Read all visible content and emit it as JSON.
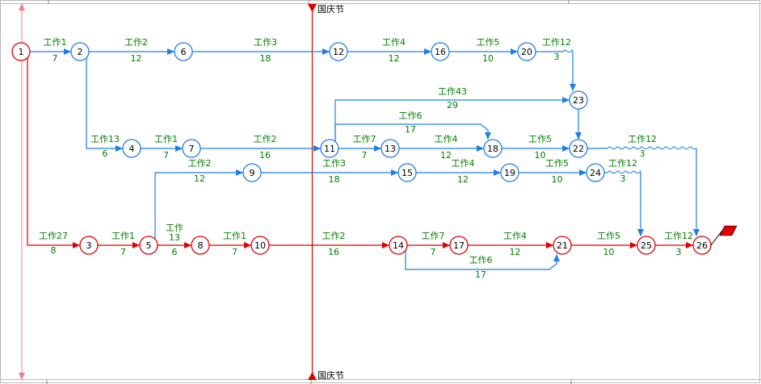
{
  "colors": {
    "critical": "#e00000",
    "normal": "#1e7ee8",
    "text_green": "#008000",
    "frame": "#b8b8b8",
    "vline_left": "#f08080"
  },
  "marker": {
    "label_top": "国庆节",
    "label_bottom": "国庆节"
  },
  "nodes": [
    {
      "id": "1",
      "crit": true
    },
    {
      "id": "2",
      "crit": false
    },
    {
      "id": "6",
      "crit": false
    },
    {
      "id": "12",
      "crit": false
    },
    {
      "id": "16",
      "crit": false
    },
    {
      "id": "20",
      "crit": false
    },
    {
      "id": "23",
      "crit": false
    },
    {
      "id": "4",
      "crit": false
    },
    {
      "id": "7",
      "crit": false
    },
    {
      "id": "11",
      "crit": false
    },
    {
      "id": "13",
      "crit": false
    },
    {
      "id": "18",
      "crit": false
    },
    {
      "id": "22",
      "crit": false
    },
    {
      "id": "9",
      "crit": false
    },
    {
      "id": "15",
      "crit": false
    },
    {
      "id": "19",
      "crit": false
    },
    {
      "id": "24",
      "crit": false
    },
    {
      "id": "3",
      "crit": true
    },
    {
      "id": "5",
      "crit": true
    },
    {
      "id": "8",
      "crit": true
    },
    {
      "id": "10",
      "crit": true
    },
    {
      "id": "14",
      "crit": true
    },
    {
      "id": "17",
      "crit": true
    },
    {
      "id": "21",
      "crit": true
    },
    {
      "id": "25",
      "crit": true
    },
    {
      "id": "26",
      "crit": true
    }
  ],
  "activities": [
    {
      "from": "1",
      "to": "2",
      "name": "工作1",
      "dur": "7",
      "crit": false
    },
    {
      "from": "2",
      "to": "6",
      "name": "工作2",
      "dur": "12",
      "crit": false
    },
    {
      "from": "6",
      "to": "12",
      "name": "工作3",
      "dur": "18",
      "crit": false
    },
    {
      "from": "12",
      "to": "16",
      "name": "工作4",
      "dur": "12",
      "crit": false
    },
    {
      "from": "16",
      "to": "20",
      "name": "工作5",
      "dur": "10",
      "crit": false
    },
    {
      "from": "20",
      "to": "23",
      "name": "工作12",
      "dur": "3",
      "crit": false
    },
    {
      "from": "2",
      "to": "4",
      "name": "工作13",
      "dur": "6",
      "crit": false
    },
    {
      "from": "4",
      "to": "7",
      "name": "工作1",
      "dur": "7",
      "crit": false
    },
    {
      "from": "7",
      "to": "11",
      "name": "工作2",
      "dur": "16",
      "crit": false
    },
    {
      "from": "11",
      "to": "23",
      "name": "工作43",
      "dur": "29",
      "crit": false
    },
    {
      "from": "11",
      "to": "18",
      "name": "工作6",
      "dur": "17",
      "crit": false
    },
    {
      "from": "11",
      "to": "13",
      "name": "工作7",
      "dur": "7",
      "crit": false
    },
    {
      "from": "13",
      "to": "18",
      "name": "工作4",
      "dur": "12",
      "crit": false
    },
    {
      "from": "18",
      "to": "22",
      "name": "工作5",
      "dur": "10",
      "crit": false
    },
    {
      "from": "22",
      "to": "26",
      "name": "工作12",
      "dur": "3",
      "crit": false
    },
    {
      "from": "5",
      "to": "9",
      "name": "工作2",
      "dur": "12",
      "crit": false
    },
    {
      "from": "9",
      "to": "15",
      "name": "工作3",
      "dur": "18",
      "crit": false
    },
    {
      "from": "15",
      "to": "19",
      "name": "工作4",
      "dur": "12",
      "crit": false
    },
    {
      "from": "19",
      "to": "24",
      "name": "工作5",
      "dur": "10",
      "crit": false
    },
    {
      "from": "24",
      "to": "25",
      "name": "工作12",
      "dur": "3",
      "crit": false
    },
    {
      "from": "1",
      "to": "3",
      "name": "工作27",
      "dur": "8",
      "crit": true
    },
    {
      "from": "3",
      "to": "5",
      "name": "工作1",
      "dur": "7",
      "crit": true
    },
    {
      "from": "5",
      "to": "8",
      "name": "工作13",
      "dur": "6",
      "crit": true
    },
    {
      "from": "8",
      "to": "10",
      "name": "工作1",
      "dur": "7",
      "crit": true
    },
    {
      "from": "10",
      "to": "14",
      "name": "工作2",
      "dur": "16",
      "crit": true
    },
    {
      "from": "14",
      "to": "17",
      "name": "工作7",
      "dur": "7",
      "crit": true
    },
    {
      "from": "17",
      "to": "21",
      "name": "工作4",
      "dur": "12",
      "crit": true
    },
    {
      "from": "14",
      "to": "21",
      "name": "工作6",
      "dur": "17",
      "crit": false
    },
    {
      "from": "21",
      "to": "25",
      "name": "工作5",
      "dur": "10",
      "crit": true
    },
    {
      "from": "25",
      "to": "26",
      "name": "工作12",
      "dur": "3",
      "crit": true
    }
  ],
  "dummies": [
    {
      "from": "23",
      "to": "22"
    }
  ]
}
